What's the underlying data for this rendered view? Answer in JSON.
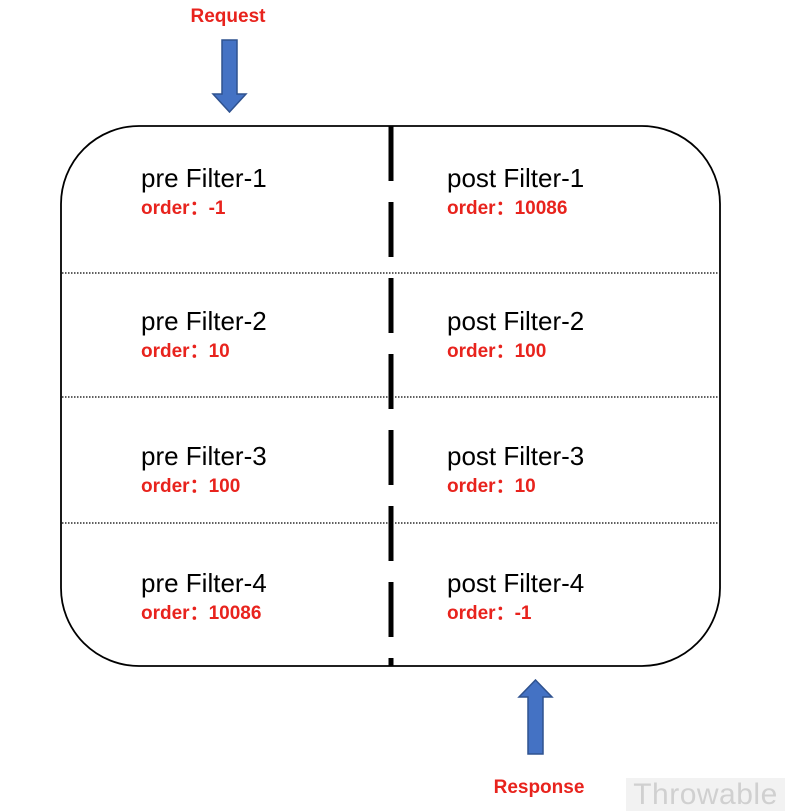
{
  "colors": {
    "accent_red": "#e8231d",
    "arrow_fill": "#4472c4",
    "arrow_stroke": "#2f528f",
    "text_black": "#000000",
    "watermark_text": "#d0d0d0"
  },
  "labels": {
    "request": "Request",
    "response": "Response",
    "watermark": "Throwable"
  },
  "rows": [
    {
      "pre": {
        "title": "pre Filter-1",
        "order": "order：-1"
      },
      "post": {
        "title": "post Filter-1",
        "order": "order：10086"
      }
    },
    {
      "pre": {
        "title": "pre Filter-2",
        "order": "order：10"
      },
      "post": {
        "title": "post Filter-2",
        "order": "order：100"
      }
    },
    {
      "pre": {
        "title": "pre Filter-3",
        "order": "order：100"
      },
      "post": {
        "title": "post Filter-3",
        "order": "order：10"
      }
    },
    {
      "pre": {
        "title": "pre Filter-4",
        "order": "order：10086"
      },
      "post": {
        "title": "post Filter-4",
        "order": "order：-1"
      }
    }
  ],
  "icons": {
    "request_arrow": "arrow-down-icon",
    "response_arrow": "arrow-up-icon"
  }
}
